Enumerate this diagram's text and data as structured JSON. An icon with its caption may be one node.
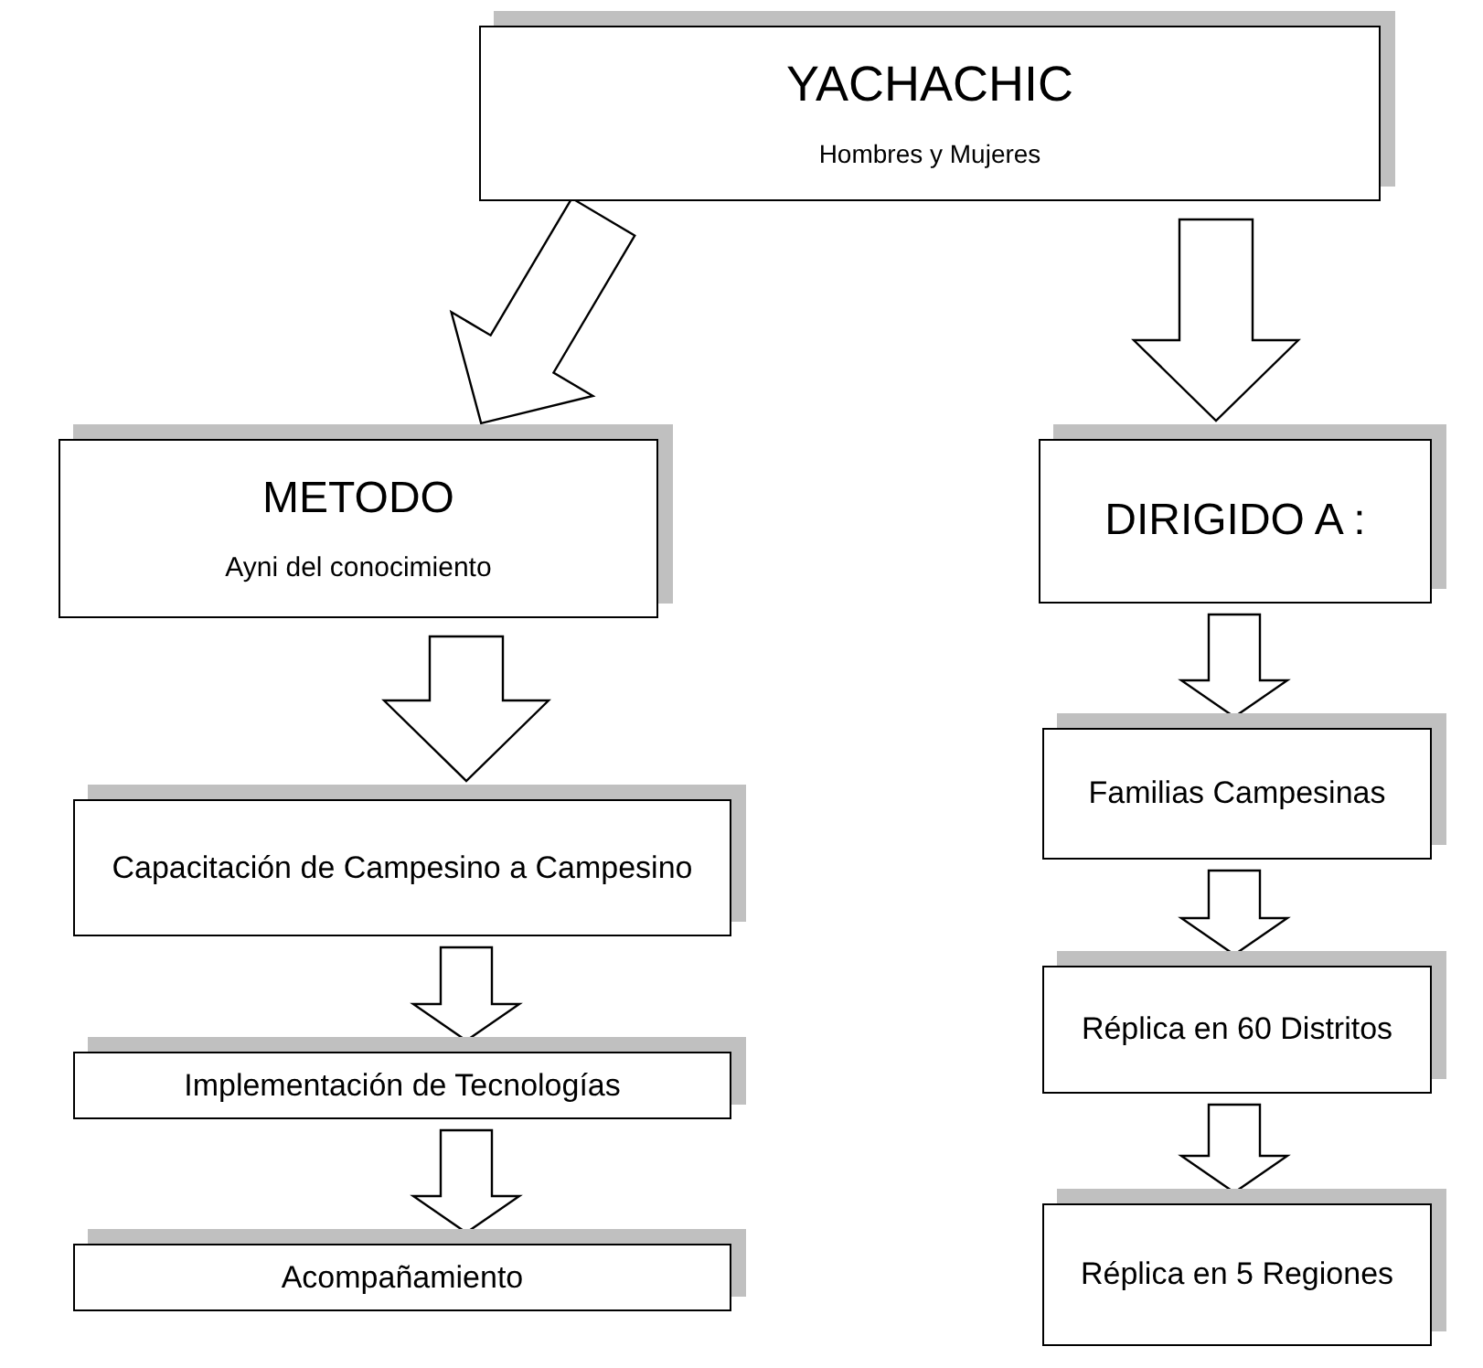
{
  "diagram": {
    "nodes": [
      {
        "text": [
          "YACHACHIC",
          "Hombres y Mujeres"
        ]
      },
      {
        "text": [
          "METODO",
          "Ayni del conocimiento"
        ]
      },
      {
        "text": [
          "DIRIGIDO A :"
        ]
      },
      {
        "text": [
          "Capacitación de Campesino a Campesino"
        ]
      },
      {
        "text": [
          "Implementación de Tecnologías"
        ]
      },
      {
        "text": [
          "Acompañamiento"
        ]
      },
      {
        "text": [
          "Familias Campesinas"
        ]
      },
      {
        "text": [
          "Réplica en 60 Distritos"
        ]
      },
      {
        "text": [
          "Réplica en 5 Regiones"
        ]
      }
    ],
    "edges": [
      {
        "from": 0,
        "to": 1,
        "arrow": "to"
      },
      {
        "from": 0,
        "to": 2,
        "arrow": "to"
      },
      {
        "from": 1,
        "to": 3,
        "arrow": "to"
      },
      {
        "from": 3,
        "to": 4,
        "arrow": "to"
      },
      {
        "from": 4,
        "to": 5,
        "arrow": "to"
      },
      {
        "from": 2,
        "to": 6,
        "arrow": "to"
      },
      {
        "from": 6,
        "to": 7,
        "arrow": "to"
      },
      {
        "from": 7,
        "to": 8,
        "arrow": "to"
      }
    ]
  }
}
